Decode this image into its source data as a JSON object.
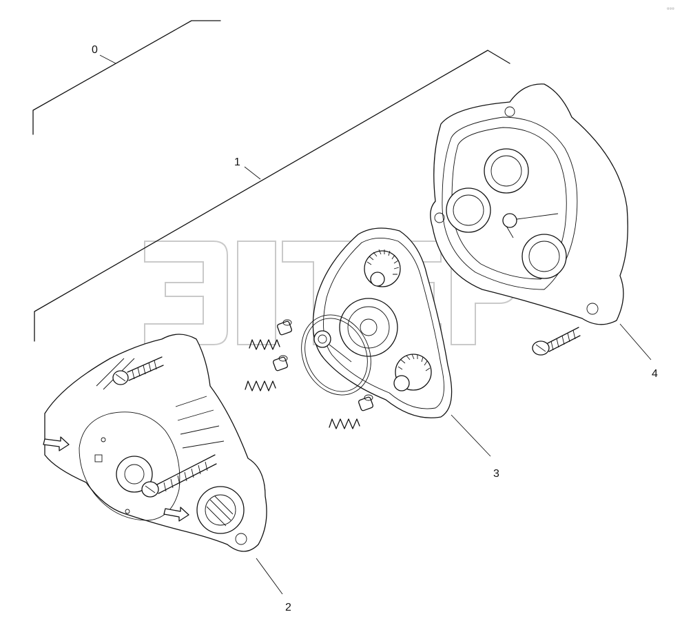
{
  "callouts": {
    "item_0": "0",
    "item_1": "1",
    "item_2": "2",
    "item_3": "3",
    "item_4": "4"
  },
  "watermark": {
    "tm": "TM"
  },
  "colors": {
    "line": "#111111",
    "watermark": "#c9c9c9",
    "background": "#ffffff"
  },
  "icons": {
    "arrow_left": "flow-arrow-icon",
    "arrow_right": "flow-arrow-icon"
  }
}
